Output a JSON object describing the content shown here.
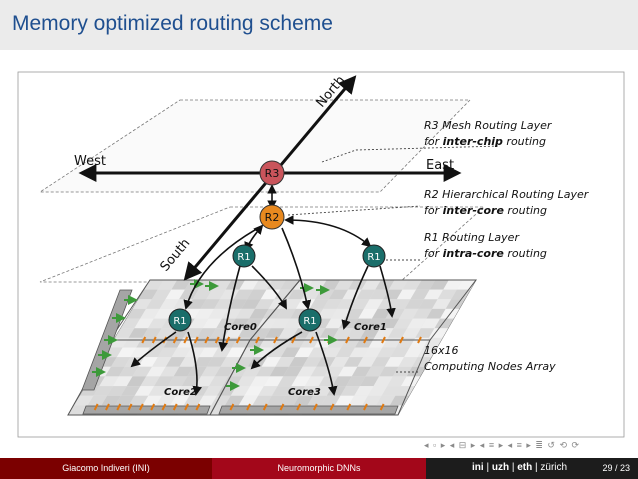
{
  "header": {
    "title": "Memory optimized routing scheme"
  },
  "diagram": {
    "directions": {
      "north": "North",
      "south": "South",
      "west": "West",
      "east": "East"
    },
    "routers": {
      "r3": "R3",
      "r2": "R2",
      "r1": "R1"
    },
    "cores": {
      "core0": "Core0",
      "core1": "Core1",
      "core2": "Core2",
      "core3": "Core3"
    },
    "legend": {
      "r3_line1": "R3 Mesh Routing Layer",
      "r3_line2_prefix": "for ",
      "r3_line2_bold": "inter-chip",
      "r3_line2_suffix": " routing",
      "r2_line1": "R2 Hierarchical Routing Layer",
      "r2_line2_prefix": "for ",
      "r2_line2_bold": "inter-core",
      "r2_line2_suffix": " routing",
      "r1_line1": "R1 Routing Layer",
      "r1_line2_prefix": "for ",
      "r1_line2_bold": "intra-core",
      "r1_line2_suffix": " routing",
      "array_line1": "16x16",
      "array_line2": "Computing Nodes Array"
    },
    "colors": {
      "r3": "#c9545b",
      "r2": "#e8891f",
      "r1": "#1a6e6a",
      "feed": "#3d9a3a",
      "tick": "#e07a12"
    }
  },
  "navigation": {
    "symbols": "◂ ▫ ▸ ◂ ⊟ ▸ ◂ ≡ ▸ ◂ ≡ ▸ ≣ ↺ ⟲ ⟳"
  },
  "footer": {
    "author": "Giacomo Indiveri (INI)",
    "talk": "Neuromorphic DNNs",
    "logo_ini": "ini",
    "logo_uzh": "uzh",
    "logo_eth": "eth",
    "logo_zurich": "zürich",
    "separator": "|",
    "page": "29 / 23"
  }
}
